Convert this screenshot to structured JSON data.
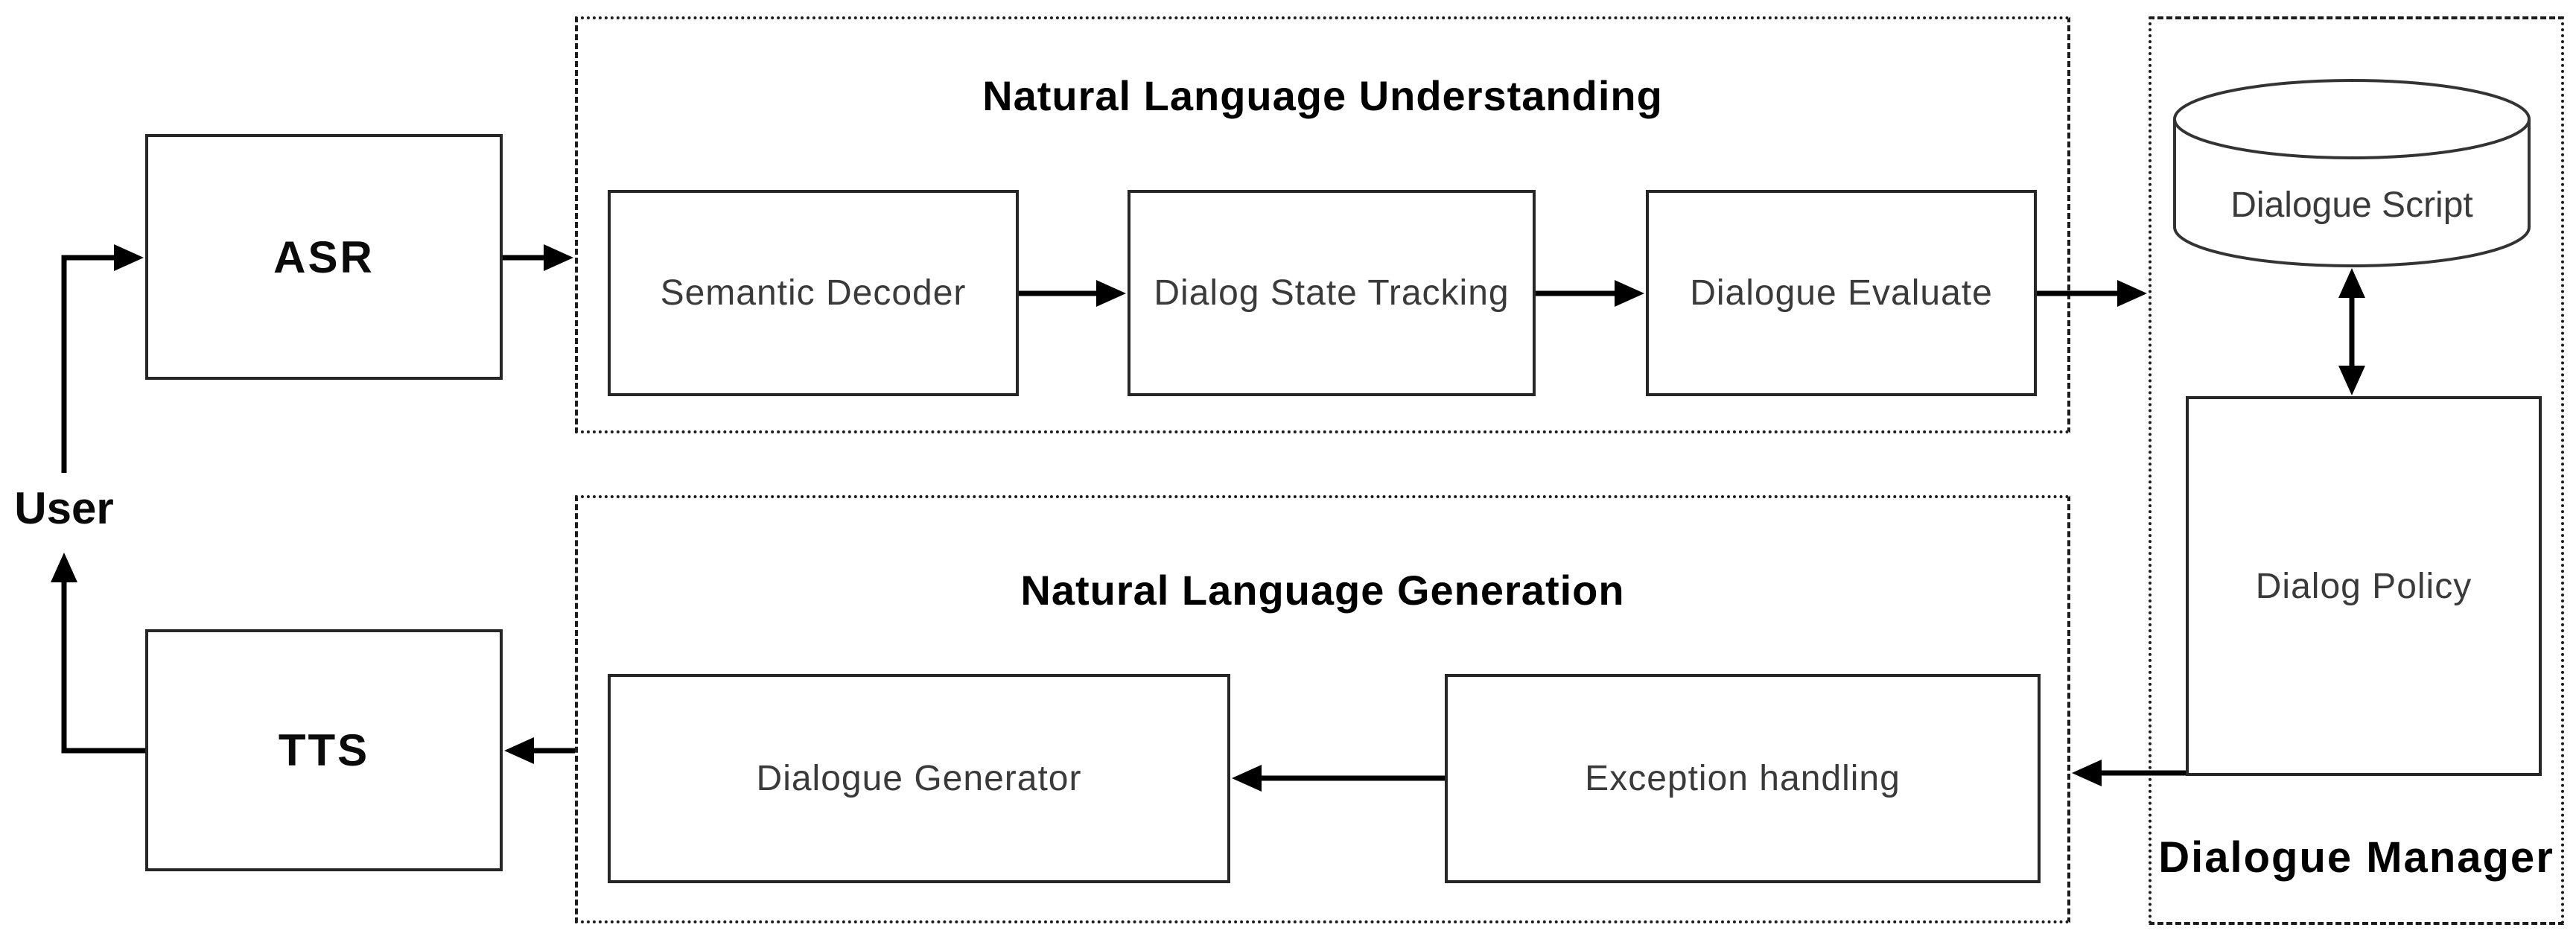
{
  "colors": {
    "line": "#000000",
    "box_border": "#262626",
    "box_text": "#3a3a3a",
    "title_text": "#000000",
    "background": "#ffffff"
  },
  "left_column": {
    "user": "User",
    "asr": "ASR",
    "tts": "TTS"
  },
  "nlu": {
    "title": "Natural Language Understanding",
    "semantic_decoder": "Semantic Decoder",
    "dialog_state_tracking": "Dialog State Tracking",
    "dialogue_evaluate": "Dialogue Evaluate"
  },
  "nlg": {
    "title": "Natural Language Generation",
    "dialogue_generator": "Dialogue Generator",
    "exception_handling": "Exception handling"
  },
  "dialogue_manager": {
    "title": "Dialogue Manager",
    "dialogue_script": "Dialogue Script",
    "dialog_policy": "Dialog Policy"
  }
}
